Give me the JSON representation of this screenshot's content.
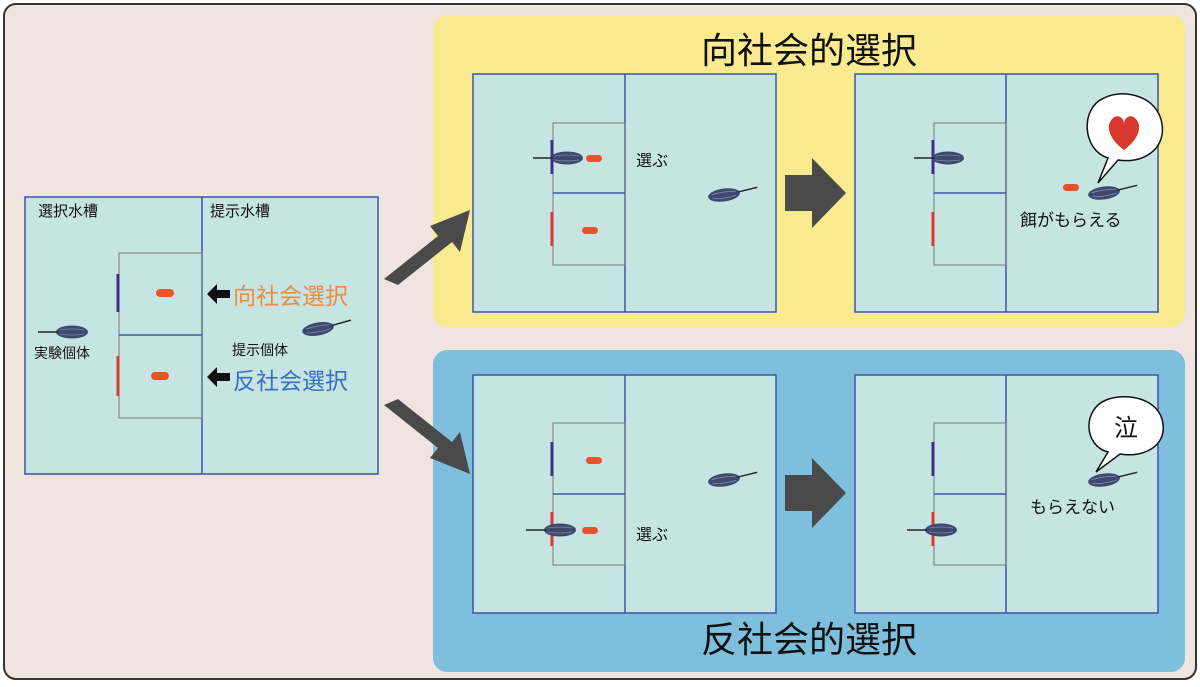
{
  "left_panel": {
    "choice_tank_label": "選択水槽",
    "display_tank_label": "提示水槽",
    "test_individual_label": "実験個体",
    "display_individual_label": "提示個体",
    "prosocial_option_label": "向社会選択",
    "antisocial_option_label": "反社会選択"
  },
  "prosocial": {
    "title": "向社会的選択",
    "choose_label": "選ぶ",
    "result_label": "餌がもらえる",
    "bubble_icon": "heart-icon"
  },
  "antisocial": {
    "title": "反社会的選択",
    "choose_label": "選ぶ",
    "result_label": "もらえない",
    "bubble_text": "泣"
  },
  "colors": {
    "background": "#efe4e0",
    "tank_water": "#c6e4e2",
    "tank_border": "#3d55a6",
    "prosocial_panel": "#f9ea90",
    "antisocial_panel": "#7fbfde",
    "prosocial_text": "#f08a3c",
    "antisocial_text": "#3a6fc0",
    "food": "#e7542a",
    "fish": "#3d4a6e",
    "arrow": "#4a4a4a",
    "heart": "#d9392c",
    "door_prosocial": "#3b2f8a",
    "door_antisocial": "#d9392c"
  }
}
